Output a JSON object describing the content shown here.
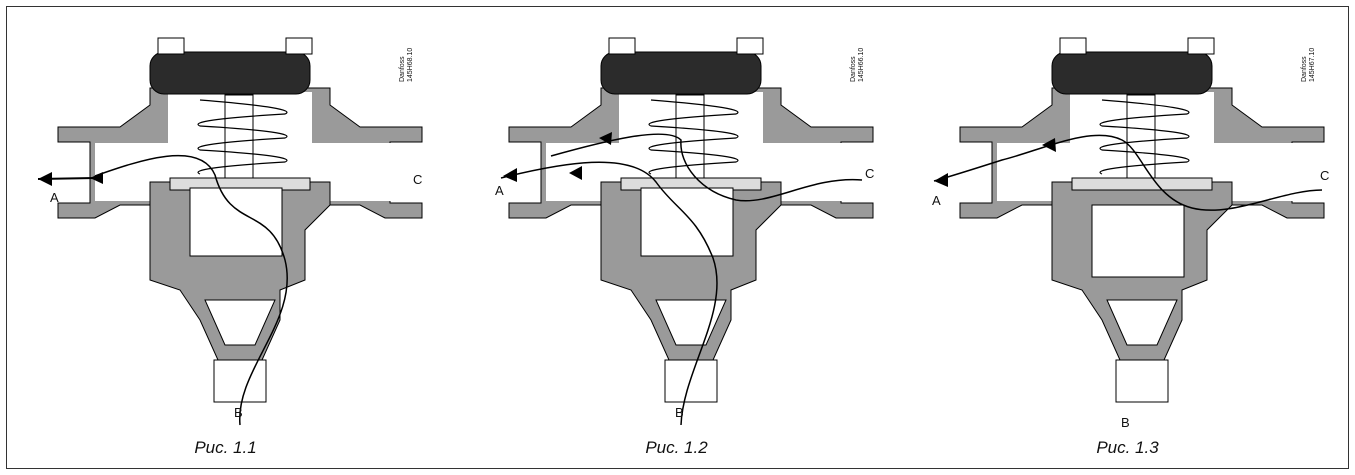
{
  "colors": {
    "body_fill": "#9a9a9a",
    "knob": "#2b2b2b",
    "line": "#000000",
    "bg": "#ffffff"
  },
  "figures": [
    {
      "caption": "Рис. 1.1",
      "label_a": "A",
      "label_b": "B",
      "label_c": "C",
      "code_line1": "Danfoss",
      "code_line2": "145H68.10"
    },
    {
      "caption": "Рис. 1.2",
      "label_a": "A",
      "label_b": "B",
      "label_c": "C",
      "code_line1": "Danfoss",
      "code_line2": "145H66.10"
    },
    {
      "caption": "Рис. 1.3",
      "label_a": "A",
      "label_b": "B",
      "label_c": "C",
      "code_line1": "Danfoss",
      "code_line2": "145H67.10"
    }
  ]
}
